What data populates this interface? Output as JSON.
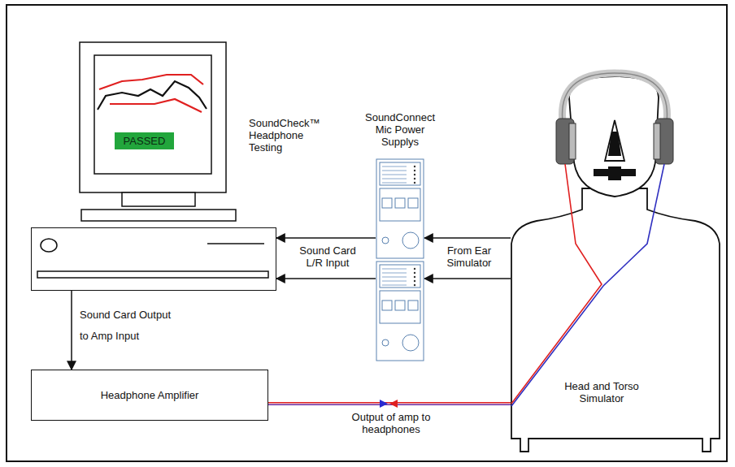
{
  "diagram": {
    "nodes": [
      {
        "text": [
          "SoundCheck™ Headphone Testing"
        ]
      },
      {
        "text": [
          "PASSED"
        ],
        "in": 0
      },
      {
        "text": [
          "SoundConnect Mic Power Supplys"
        ]
      },
      {
        "text": [
          "Headphone Amplifier"
        ]
      },
      {
        "text": [
          "Head and Torso Simulator"
        ]
      }
    ],
    "edges": [
      {
        "from": 4,
        "to": 2,
        "arrow": "to",
        "label": "From Ear Simulator"
      },
      {
        "from": 4,
        "to": 2,
        "arrow": "to"
      },
      {
        "from": 2,
        "to": 0,
        "arrow": "to",
        "label": "Sound Card L/R Input"
      },
      {
        "from": 2,
        "to": 0,
        "arrow": "to"
      },
      {
        "from": 0,
        "to": 3,
        "arrow": "to",
        "label": "Sound Card Output to Amp Input"
      },
      {
        "from": 3,
        "to": 4,
        "arrow": "none",
        "label": "Output of amp to headphones"
      }
    ]
  }
}
